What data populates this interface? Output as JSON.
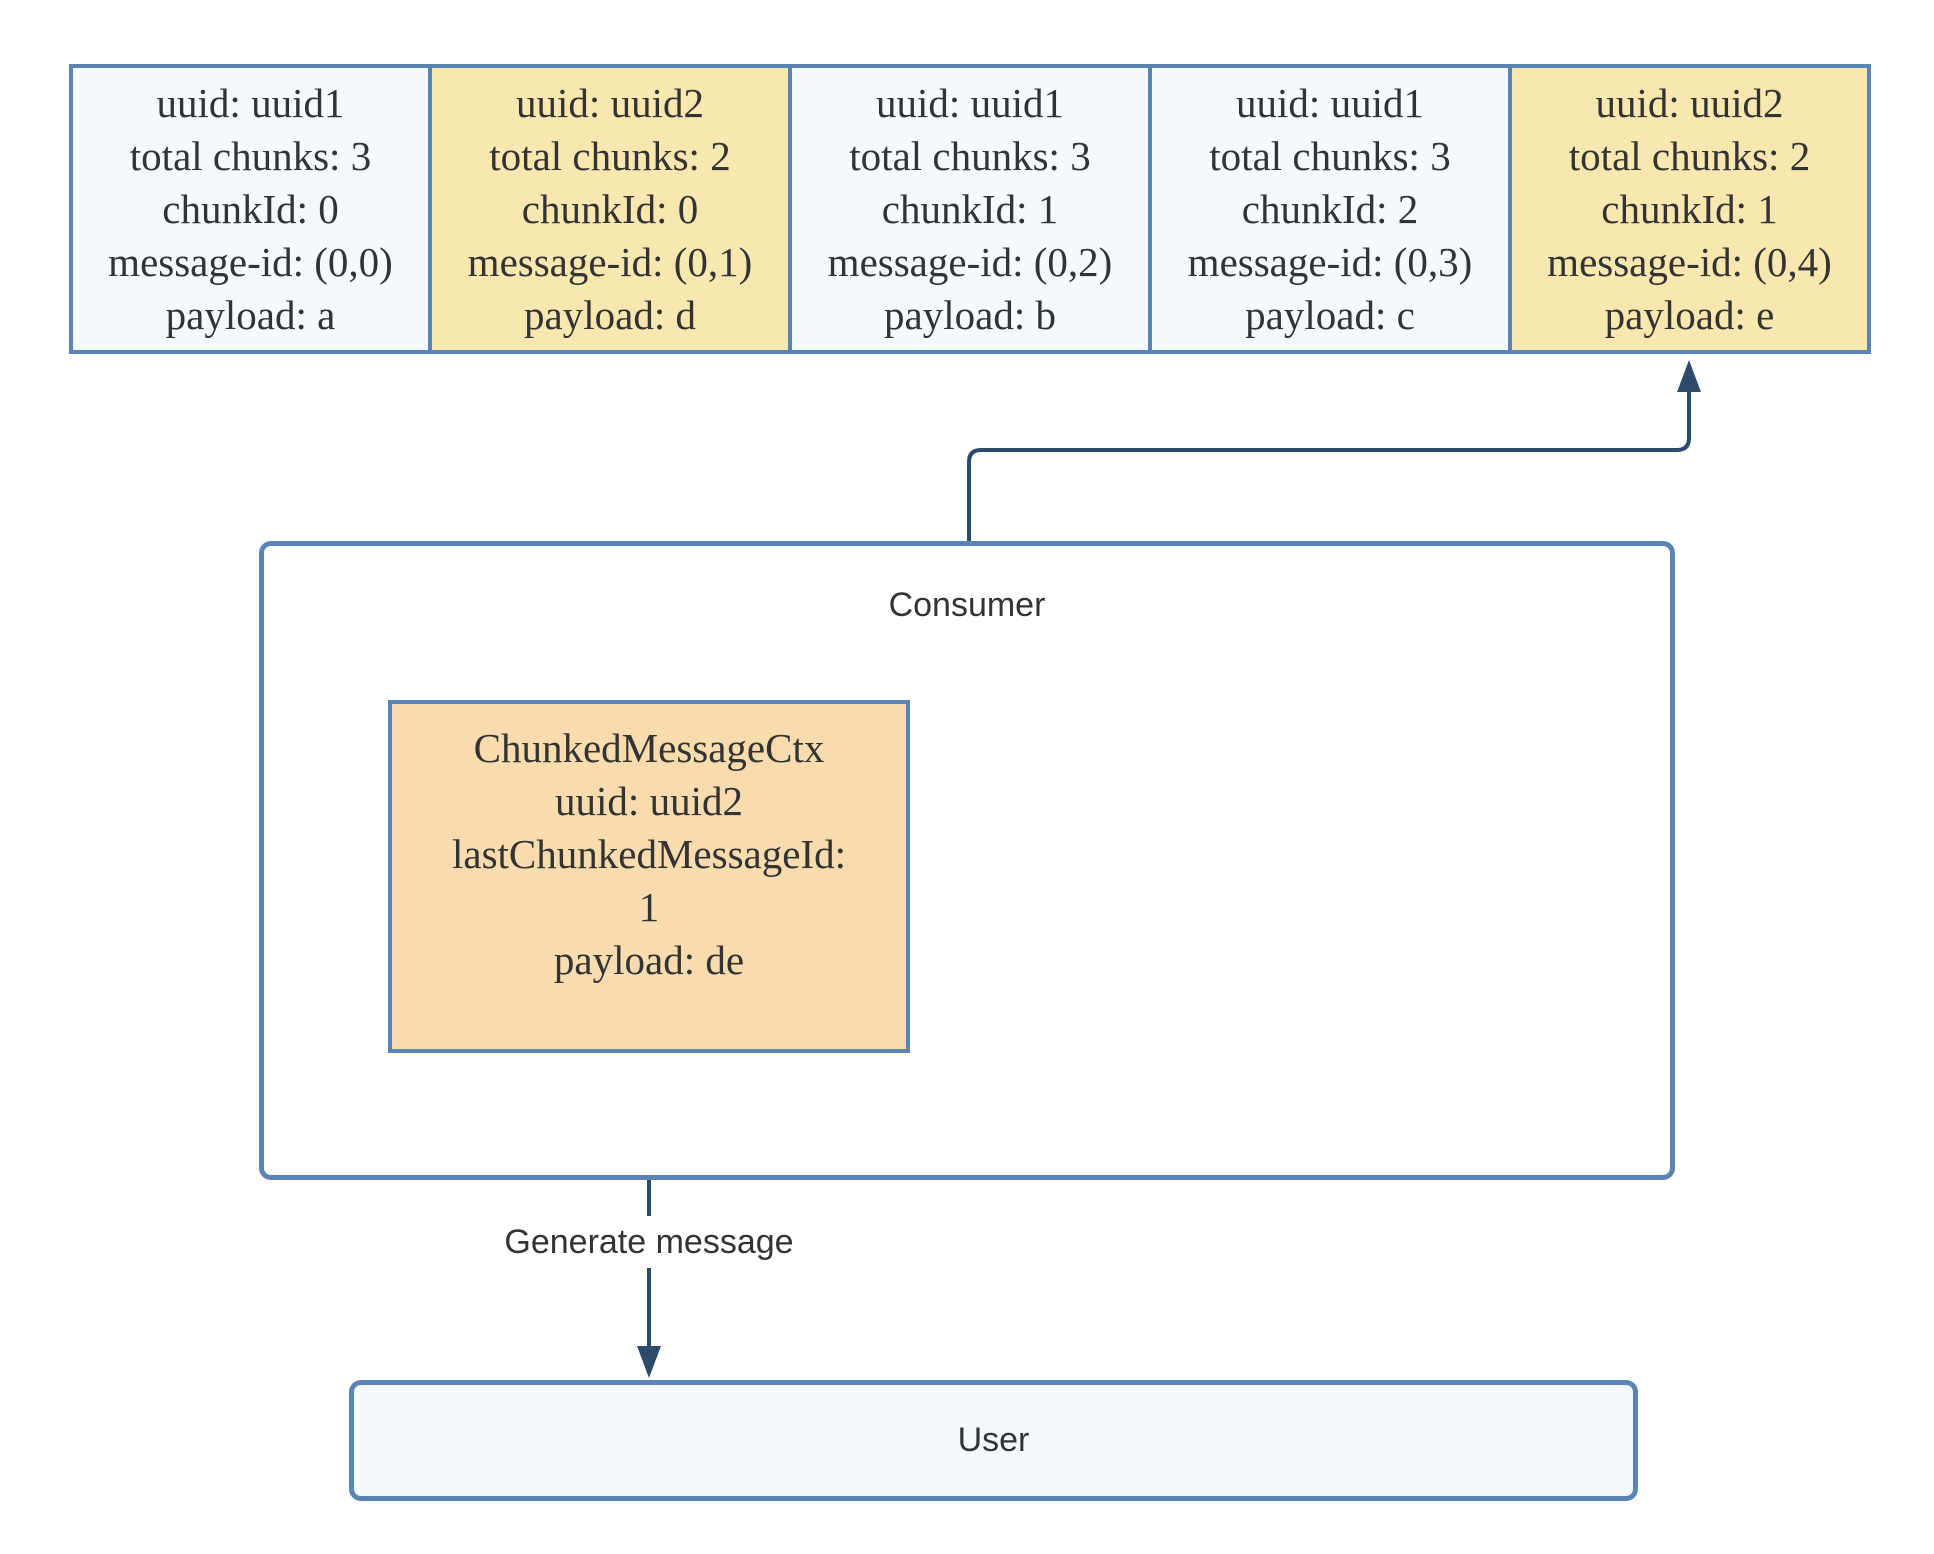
{
  "chunks": [
    {
      "uuid": "uuid: uuid1",
      "total": "total chunks: 3",
      "chunk_id": "chunkId: 0",
      "message_id": "message-id: (0,0)",
      "payload": "payload: a"
    },
    {
      "uuid": "uuid: uuid2",
      "total": "total chunks: 2",
      "chunk_id": "chunkId: 0",
      "message_id": "message-id: (0,1)",
      "payload": "payload: d"
    },
    {
      "uuid": "uuid: uuid1",
      "total": "total chunks: 3",
      "chunk_id": "chunkId: 1",
      "message_id": "message-id: (0,2)",
      "payload": "payload: b"
    },
    {
      "uuid": "uuid: uuid1",
      "total": "total chunks: 3",
      "chunk_id": "chunkId: 2",
      "message_id": "message-id: (0,3)",
      "payload": "payload: c"
    },
    {
      "uuid": "uuid: uuid2",
      "total": "total chunks: 2",
      "chunk_id": "chunkId: 1",
      "message_id": "message-id: (0,4)",
      "payload": "payload: e"
    }
  ],
  "consumer": {
    "label": "Consumer"
  },
  "chunked_message_ctx": {
    "title": "ChunkedMessageCtx",
    "uuid": "uuid: uuid2",
    "last_id_label": "lastChunkedMessageId:",
    "last_id_value": "1",
    "payload": "payload: de"
  },
  "edge_label": "Generate message",
  "user": {
    "label": "User"
  },
  "colors": {
    "border": "#5a84b5",
    "chunk_light": "#f4f9fd",
    "chunk_yellow": "#f9e7b0",
    "ctx_fill": "#f8dcae",
    "arrow": "#2e4a6b",
    "text": "#333333"
  }
}
